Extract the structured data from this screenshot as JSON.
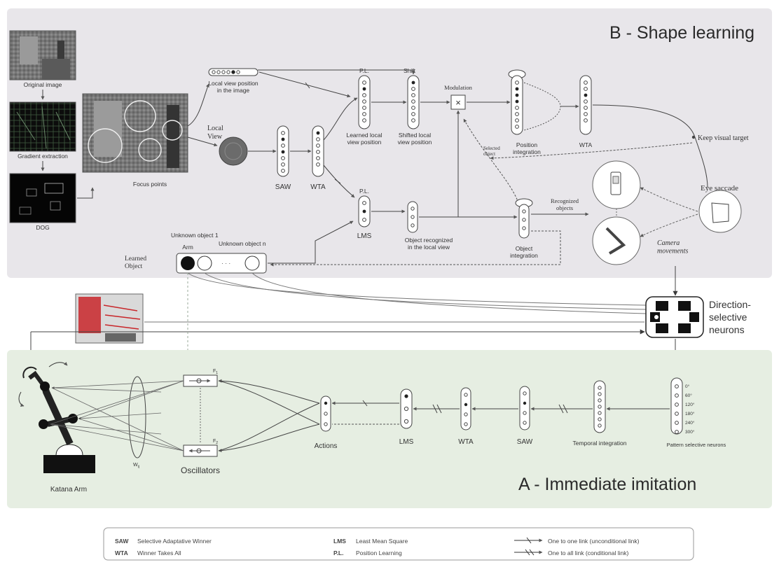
{
  "sections": {
    "shape_learning": "B - Shape learning",
    "immediate_imitation": "A - Immediate imitation"
  },
  "colors": {
    "panel_b": "#e8e6ea",
    "panel_a": "#e6eee2",
    "line": "#4a4a4a",
    "highlight_red": "#c8262a"
  },
  "images": {
    "original": "Original image",
    "gradient": "Gradient extraction",
    "dog": "DOG",
    "focus": "Focus points",
    "local_view": "Local\nView"
  },
  "labels": {
    "local_view_position": "Local view position\nin the image",
    "pl_top": "P.L.",
    "shift": "Shift",
    "modulation": "Modulation",
    "learned_local_view_position": "Learned local\nview position",
    "shifted_local_view_position": "Shifted local\nview position",
    "position_integration": "Position\nintegration",
    "wta_top": "WTA",
    "keep_visual_target": "Keep visual target",
    "selected_object": "Selected\nobject",
    "saw_top": "SAW",
    "wta_mid": "WTA",
    "pl_mid": "P.L.",
    "lms_top": "LMS",
    "object_recognized": "Object recognized\nin the local view",
    "object_integration": "Object\nintegration",
    "recognized_objects": "Recognized\nobjects",
    "eye_saccade": "Eye saccade",
    "camera_movements": "Camera\nmovements",
    "unknown_object_1": "Unknown object 1",
    "unknown_object_n": "Unknown object n",
    "arm": "Arm",
    "learned_object": "Learned\nObject",
    "direction_selective": "Direction-\nselective\nneurons",
    "katana_arm": "Katana Arm",
    "oscillators": "Oscillators",
    "actions": "Actions",
    "lms_bottom": "LMS",
    "wta_bottom": "WTA",
    "saw_bottom": "SAW",
    "temporal_integration": "Temporal integration",
    "pattern_selective": "Pattern selective neurons",
    "angles": [
      "0°",
      "60°",
      "120°",
      "180°",
      "240°",
      "300°"
    ],
    "f1": "F",
    "f2": "F",
    "wij": "W"
  },
  "legend": {
    "rows": [
      {
        "abbr": "SAW",
        "text": "Selective Adaptative Winner"
      },
      {
        "abbr": "WTA",
        "text": "Winner Takes All"
      },
      {
        "abbr": "LMS",
        "text": "Least Mean Square"
      },
      {
        "abbr": "P.L.",
        "text": "Position Learning"
      }
    ],
    "one_to_one": "One to one link (unconditional link)",
    "one_to_all": "One to all link (conditional link)"
  }
}
